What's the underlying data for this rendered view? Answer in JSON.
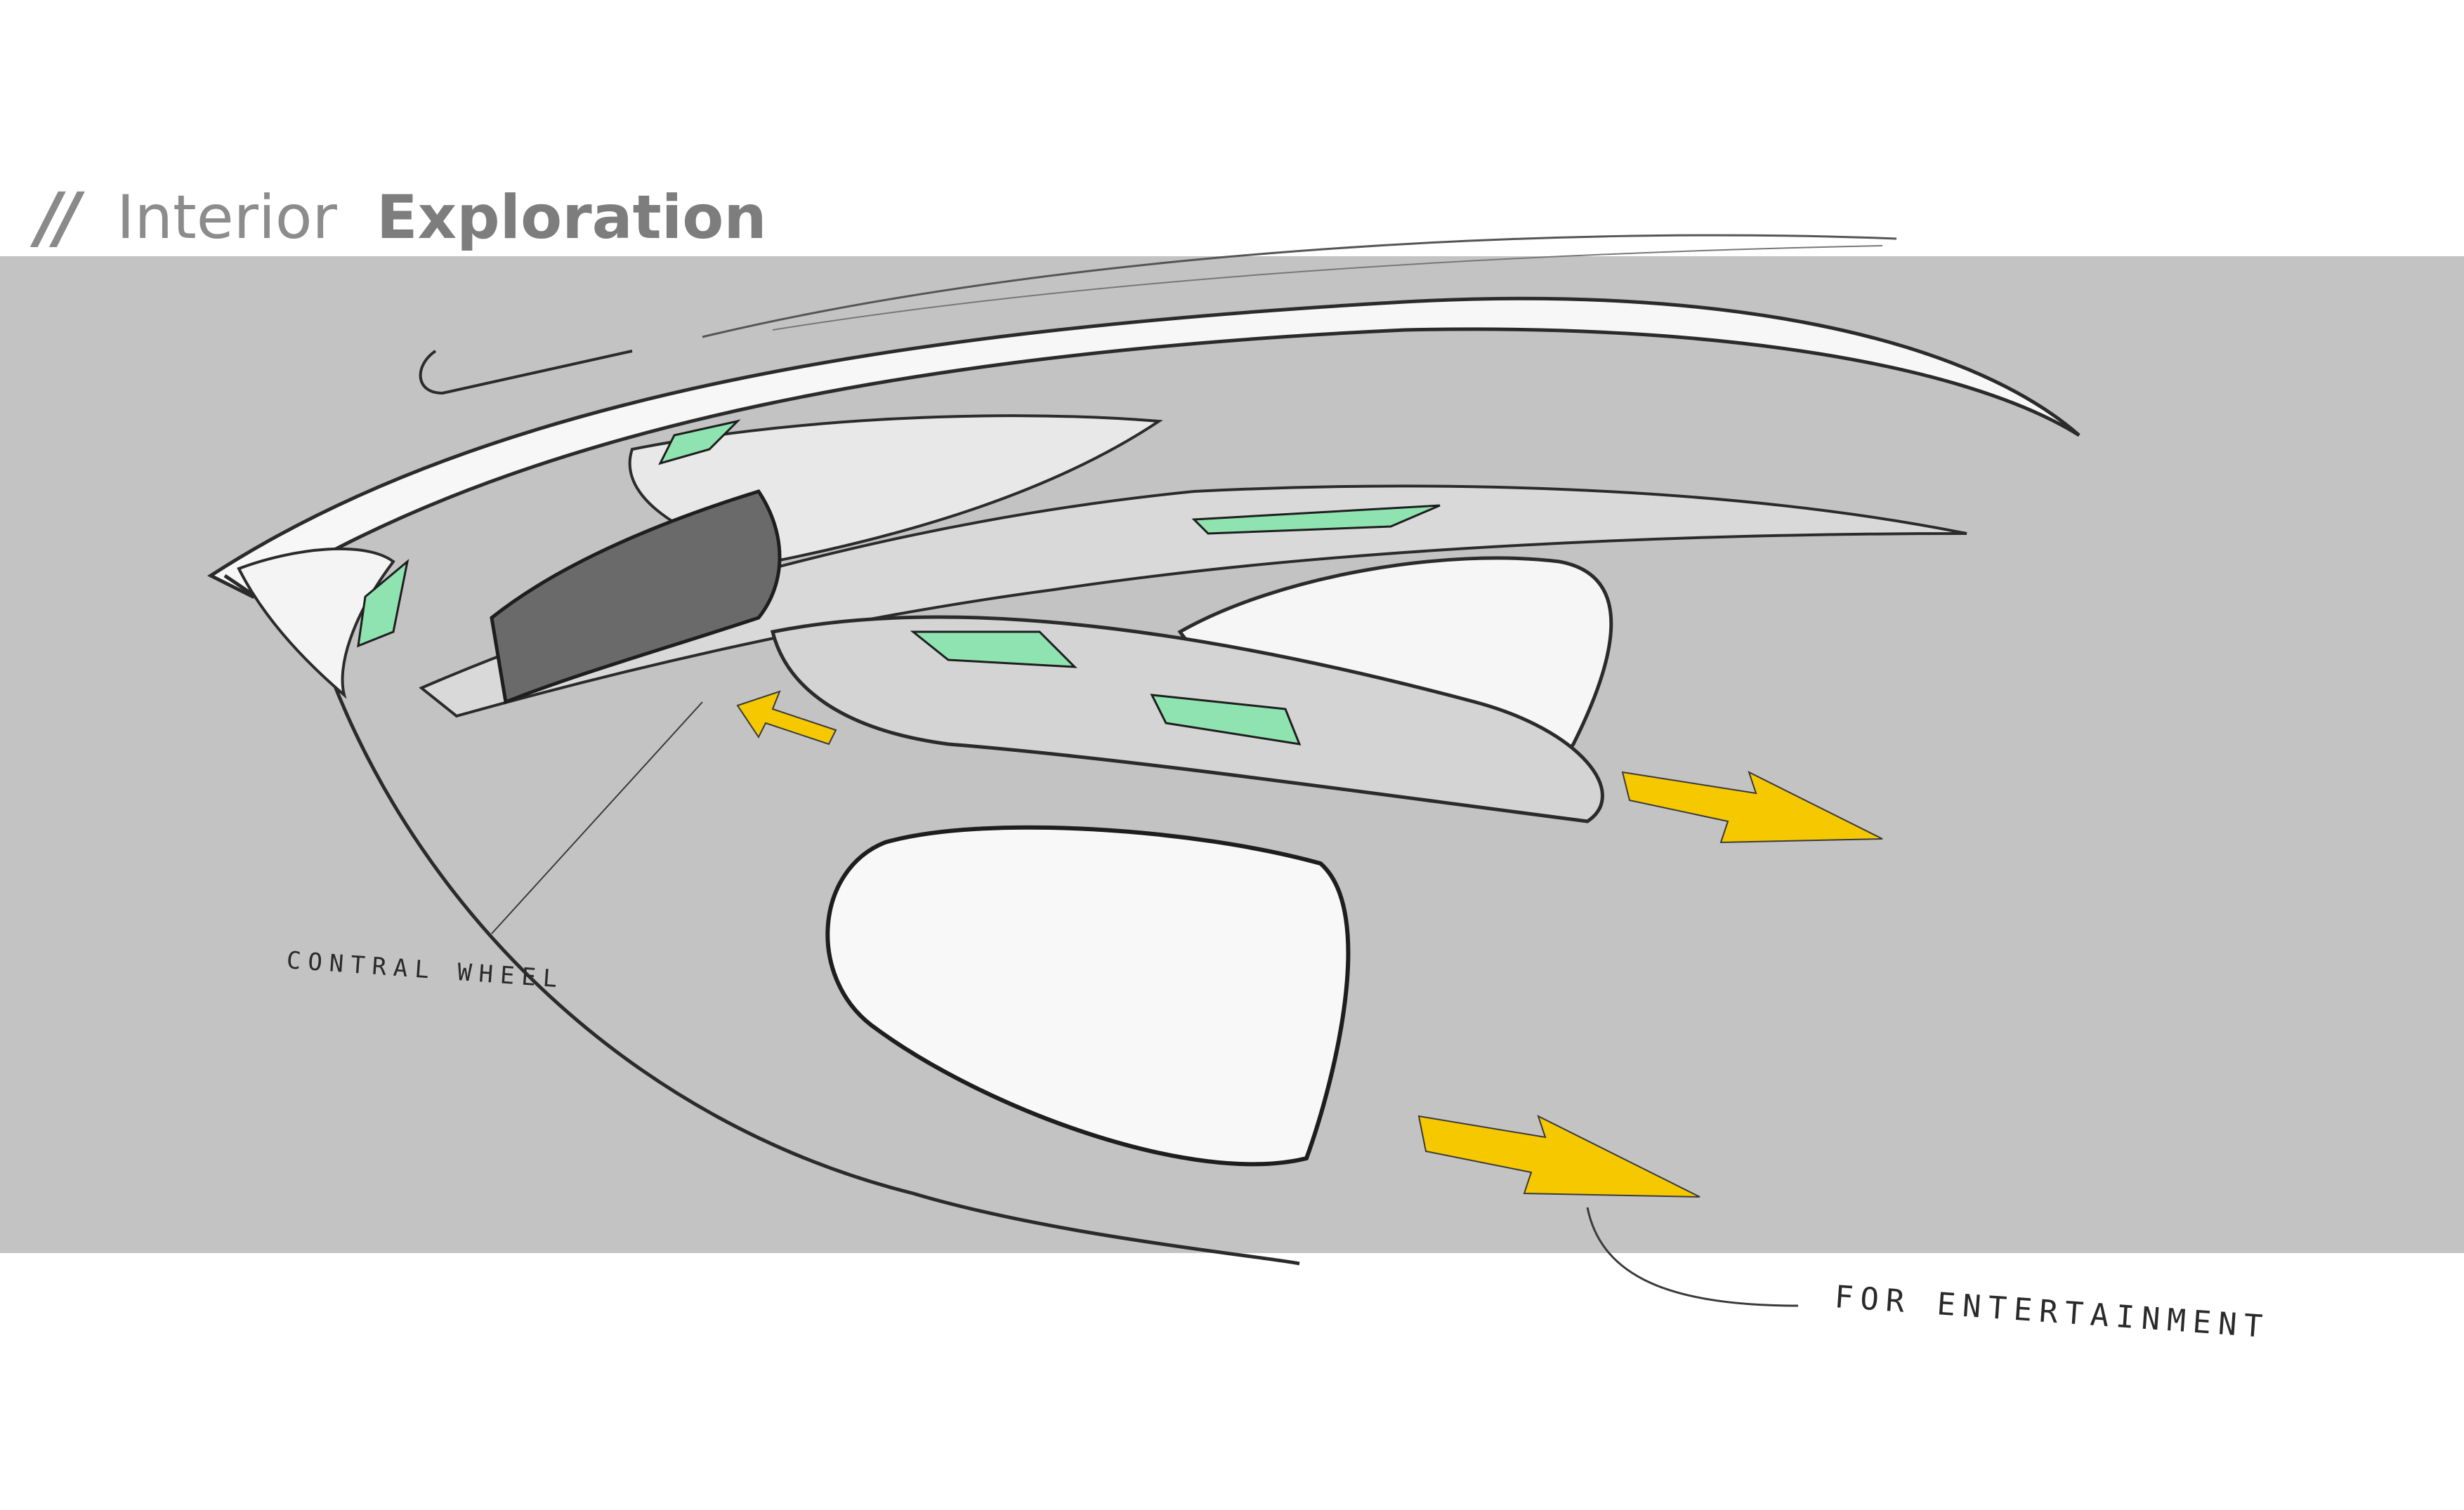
{
  "header": {
    "slash": "//",
    "title_light": "Interior",
    "title_bold": "Exploration"
  },
  "annotations": {
    "control_wheel": "CONTRAL WHEEL",
    "entertainment": "FOR ENTERTAINMENT"
  },
  "colors": {
    "background": "#ffffff",
    "band": "#c3c3c3",
    "accent_arrow": "#f5c800",
    "accent_lighting": "#8ee3b0",
    "title": "#8a8a8a"
  }
}
